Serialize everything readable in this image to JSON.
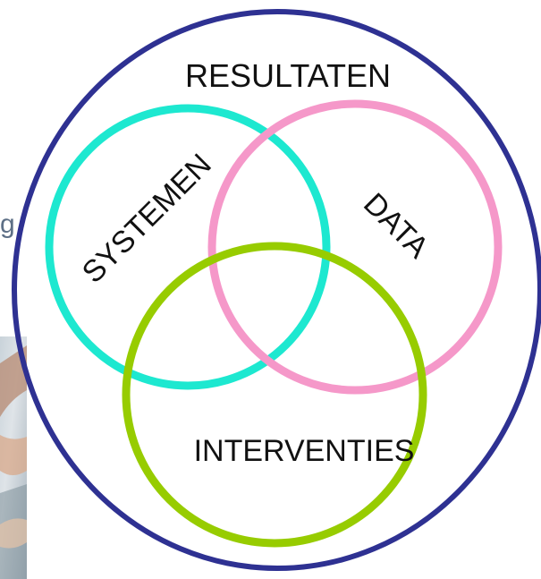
{
  "diagram": {
    "outer_label": "RESULTATEN",
    "circles": [
      {
        "name": "SYSTEMEN",
        "color": "#1de8d0"
      },
      {
        "name": "DATA",
        "color": "#f598c9"
      },
      {
        "name": "INTERVENTIES",
        "color": "#97cc00"
      }
    ],
    "outer_color": "#2e3192"
  },
  "background": {
    "cut_text": "g"
  }
}
